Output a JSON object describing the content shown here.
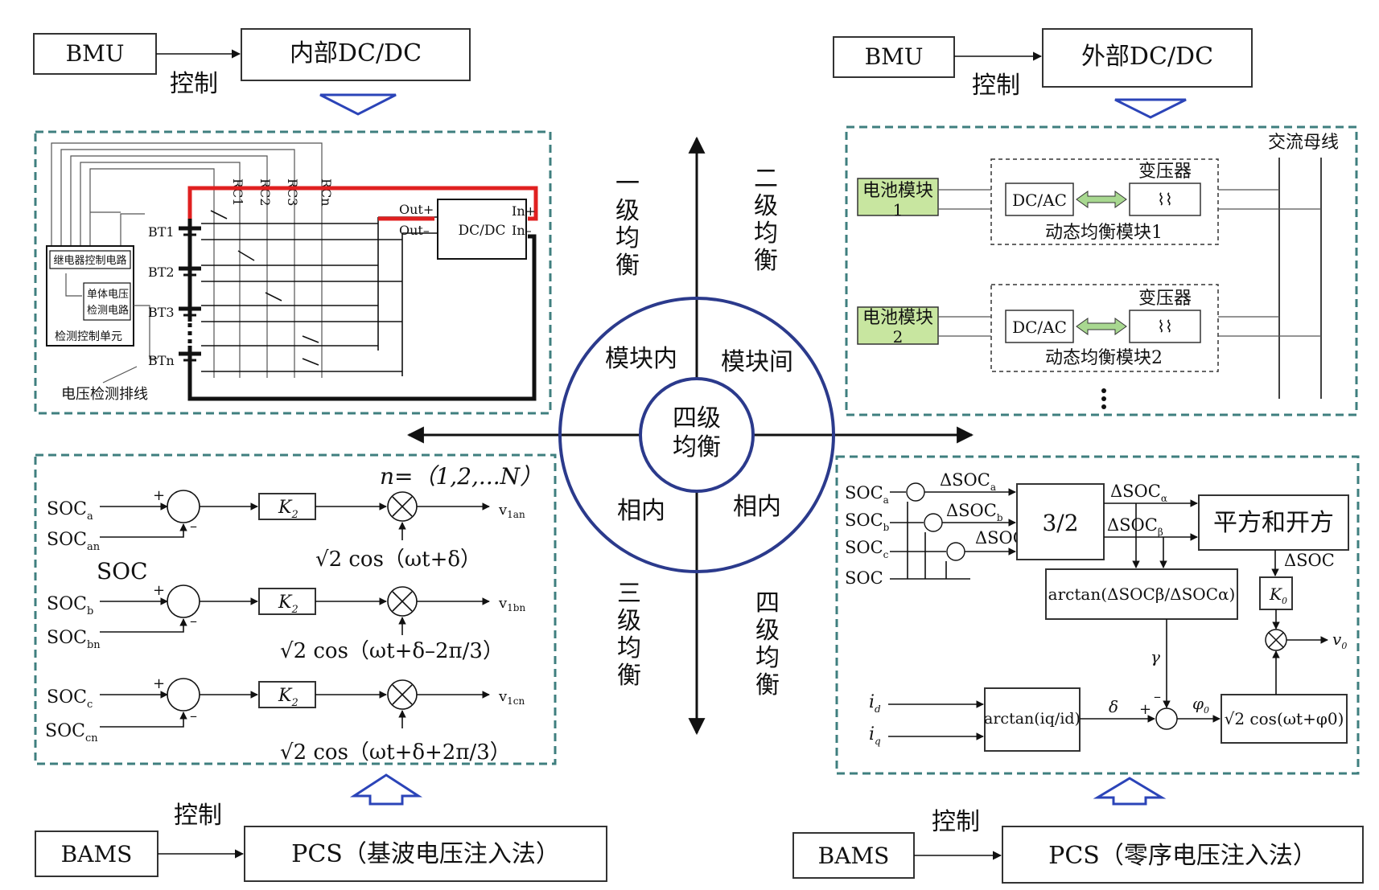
{
  "top_left": {
    "bmu": "BMU",
    "dcdc": "内部DC/DC",
    "control": "控制"
  },
  "top_right": {
    "bmu": "BMU",
    "dcdc": "外部DC/DC",
    "control": "控制"
  },
  "bottom_left": {
    "bams": "BAMS",
    "pcs": "PCS（基波电压注入法）",
    "control": "控制"
  },
  "bottom_right": {
    "bams": "BAMS",
    "pcs": "PCS（零序电压注入法）",
    "control": "控制"
  },
  "center": {
    "core_line1": "四级",
    "core_line2": "均衡",
    "quad_tl": "模块内",
    "quad_tr": "模块间",
    "quad_bl": "相内",
    "quad_br": "相内",
    "level1": [
      "一",
      "级",
      "均",
      "衡"
    ],
    "level2": [
      "二",
      "级",
      "均",
      "衡"
    ],
    "level3": [
      "三",
      "级",
      "均",
      "衡"
    ],
    "level4": [
      "四",
      "级",
      "均",
      "衡"
    ]
  },
  "panel_tl": {
    "relay_ctrl": "继电器控制电路",
    "cell_v1": "单体电压",
    "cell_v2": "检测电路",
    "detect_unit": "检测控制单元",
    "v_harness": "电压检测排线",
    "bt": [
      "BT1",
      "BT2",
      "BT3",
      "BTn"
    ],
    "rc": [
      "RC1",
      "RC2",
      "RC3",
      "RCn"
    ],
    "out_plus": "Out+",
    "out_minus": "Out–",
    "in_plus": "In+",
    "in_minus": "In–",
    "dcdc": "DC/DC"
  },
  "panel_tr": {
    "ac_bus": "交流母线",
    "module1_a": "电池模块",
    "module1_b": "1",
    "module2_a": "电池模块",
    "module2_b": "2",
    "dcac": "DC/AC",
    "transformer": "变压器",
    "dyn1": "动态均衡模块1",
    "dyn2": "动态均衡模块2"
  },
  "panel_bl": {
    "n_expr": "n=（1,2,...N）",
    "soc": "SOC",
    "rows": [
      {
        "soc": "SOC",
        "sub": "a",
        "socn_sub": "an",
        "out": "v",
        "out_sub": "1an",
        "k": "K",
        "k_sub": "2",
        "cos": "√2 cos（ωt+δ）"
      },
      {
        "soc": "SOC",
        "sub": "b",
        "socn_sub": "bn",
        "out": "v",
        "out_sub": "1bn",
        "k": "K",
        "k_sub": "2",
        "cos": "√2 cos（ωt+δ–2π/3）"
      },
      {
        "soc": "SOC",
        "sub": "c",
        "socn_sub": "cn",
        "out": "v",
        "out_sub": "1cn",
        "k": "K",
        "k_sub": "2",
        "cos": "√2 cos（ωt+δ+2π/3）"
      }
    ]
  },
  "panel_br": {
    "soc": "SOC",
    "dsoc_a": "ΔSOC",
    "dsoc_b": "ΔSOC",
    "dsoc_c": "ΔSOC",
    "transform": "3/2",
    "dsoc_alpha": "ΔSOC",
    "dsoc_beta": "ΔSOC",
    "sqrt_sum": "平方和开方",
    "dsoc": "ΔSOC",
    "k0": "K",
    "arctan_soc": "arctan(ΔSOCβ/ΔSOCα)",
    "gamma": "γ",
    "id": "i",
    "iq": "i",
    "arctan_i": "arctan(iq/id)",
    "delta": "δ",
    "phi0": "φ",
    "cos_block": "√2 cos(ωt+φ0)",
    "v0": "v"
  },
  "colors": {
    "panel_border": "#3f7f7f",
    "circle": "#2b3a8c",
    "red_wire": "#e02020",
    "green_module": "#c8e6a0",
    "hollow_arrow": "#2b44b8"
  }
}
